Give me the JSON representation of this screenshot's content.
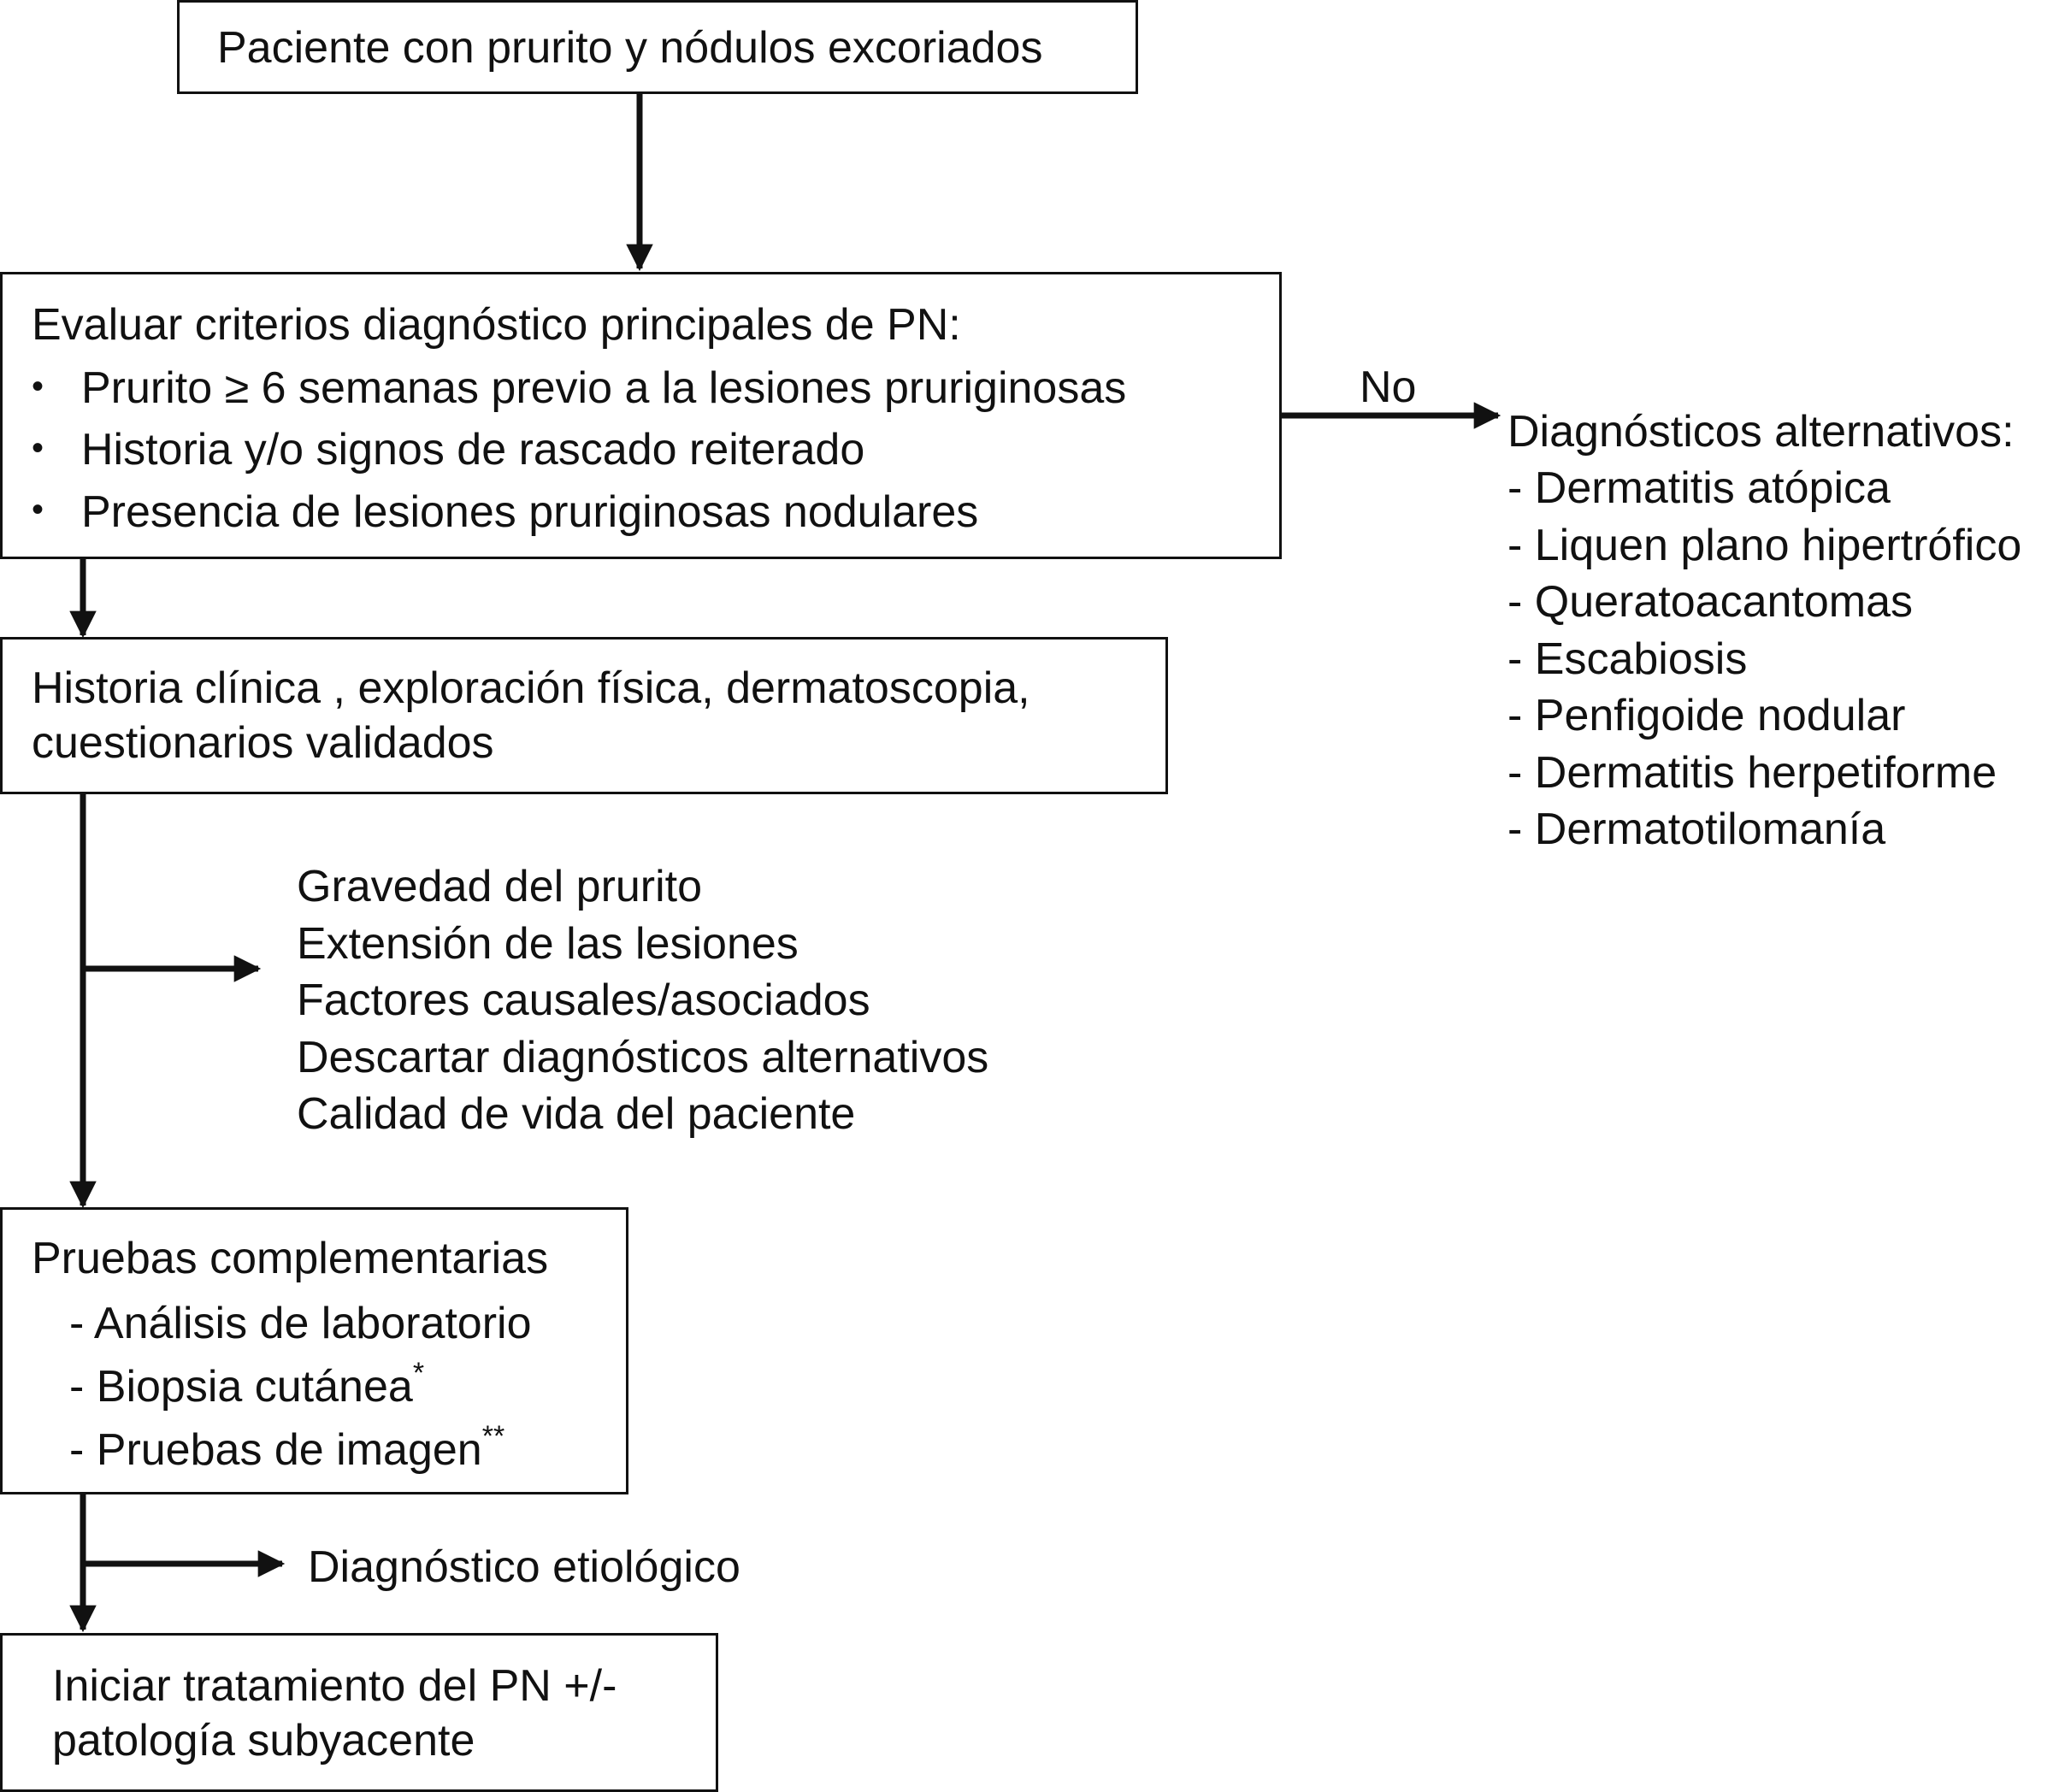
{
  "start": {
    "text": "Paciente con prurito y nódulos excoriados"
  },
  "criteria": {
    "title": "Evaluar criterios diagnóstico principales de PN:",
    "items": [
      "Prurito ≥ 6 semanas previo a la lesiones pruriginosas",
      "Historia y/o signos de rascado reiterado",
      "Presencia de lesiones pruriginosas nodulares"
    ]
  },
  "no_label": "No",
  "alternatives": {
    "title": "Diagnósticos alternativos:",
    "items": [
      "- Dermatitis atópica",
      "- Liquen plano hipertrófico",
      "- Queratoacantomas",
      "- Escabiosis",
      "- Penfigoide nodular",
      "- Dermatitis herpetiforme",
      "- Dermatotilomanía"
    ]
  },
  "history": {
    "lines": [
      "Historia clínica , exploración física, dermatoscopia,",
      "cuestionarios validados"
    ]
  },
  "evaluation": {
    "items": [
      "Gravedad del prurito",
      "Extensión de las lesiones",
      "Factores causales/asociados",
      "Descartar diagnósticos alternativos",
      "Calidad de vida del paciente"
    ]
  },
  "tests": {
    "title": "Pruebas complementarias",
    "items": [
      {
        "text": "- Análisis de laboratorio",
        "mark": ""
      },
      {
        "text": "- Biopsia cutánea",
        "mark": "*"
      },
      {
        "text": "- Pruebas de imagen",
        "mark": "**"
      }
    ]
  },
  "etiology": {
    "text": "Diagnóstico etiológico"
  },
  "treatment": {
    "lines": [
      "Iniciar tratamiento del PN +/-",
      "patología subyacente"
    ]
  }
}
